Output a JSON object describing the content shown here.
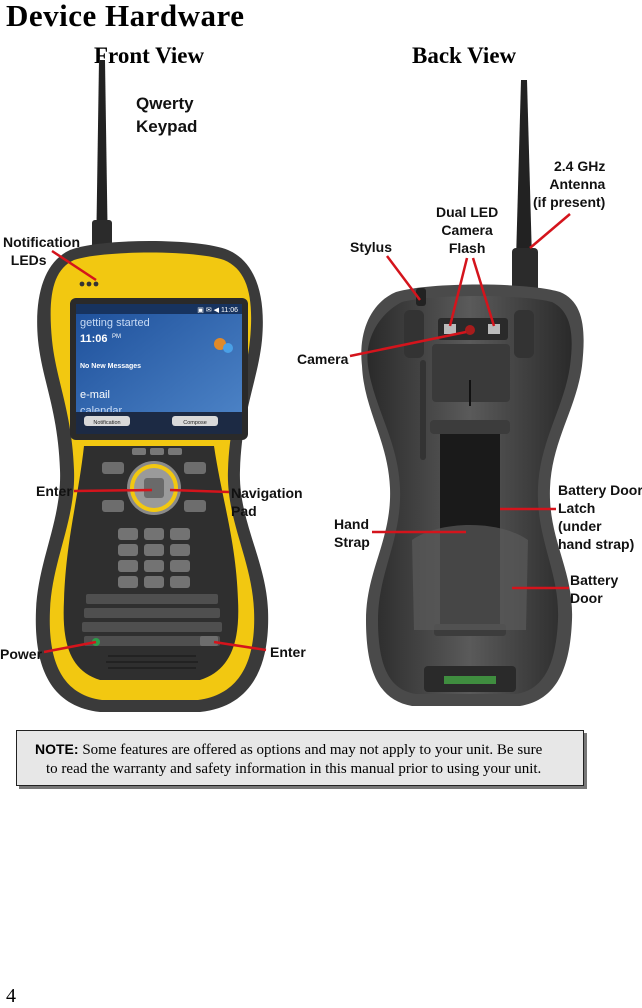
{
  "page": {
    "title": "Device Hardware",
    "number": "4"
  },
  "views": {
    "front": "Front View",
    "back": "Back View"
  },
  "front_callouts": {
    "qwerty": "Qwerty\nKeypad",
    "notification": "Notification\n  LEDs",
    "enter_left": "Enter",
    "navigation": "Navigation\nPad",
    "power": "Power",
    "enter_right": "Enter"
  },
  "screen": {
    "heading": "getting started",
    "time": "11:06",
    "ampm": "PM",
    "messages": "No New Messages",
    "email": "e-mail",
    "calendar": "calendar",
    "soft_left": "Notification",
    "soft_right": "Compose"
  },
  "back_callouts": {
    "antenna": "2.4 GHz\nAntenna\n(if present)",
    "dual_led": "Dual LED\nCamera\nFlash",
    "stylus": "Stylus",
    "camera": "Camera",
    "battery_latch": "Battery Door\nLatch\n(under\nhand strap)",
    "hand_strap": "Hand\nStrap",
    "battery_door": "Battery\nDoor"
  },
  "note": {
    "label": "NOTE:",
    "line1": " Some features are offered as options and may not apply to your unit. Be sure",
    "line2": "to read the warranty and safety information in this manual prior to using your unit."
  },
  "colors": {
    "device_yellow": "#f2c811",
    "callout_red": "#d4141c",
    "rubber_gray": "#3a3a3a"
  }
}
